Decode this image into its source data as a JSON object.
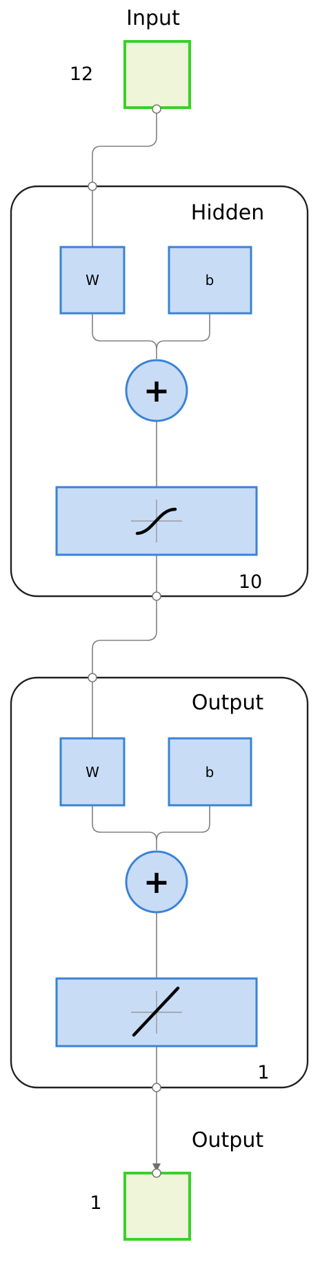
{
  "input": {
    "title": "Input",
    "size": "12"
  },
  "hidden": {
    "title": "Hidden",
    "size": "10",
    "weight_label": "W",
    "bias_label": "b",
    "sum_symbol": "+",
    "transfer": "sigmoid-icon"
  },
  "output_layer": {
    "title": "Output",
    "size": "1",
    "weight_label": "W",
    "bias_label": "b",
    "sum_symbol": "+",
    "transfer": "linear-icon"
  },
  "output": {
    "title": "Output",
    "size": "1"
  },
  "colors": {
    "io_border": "#39d028",
    "io_fill": "#eef5d8",
    "block_border": "#3a82d6",
    "block_fill": "#c8dcf6",
    "layer_border": "#202020",
    "wire": "#808080"
  }
}
